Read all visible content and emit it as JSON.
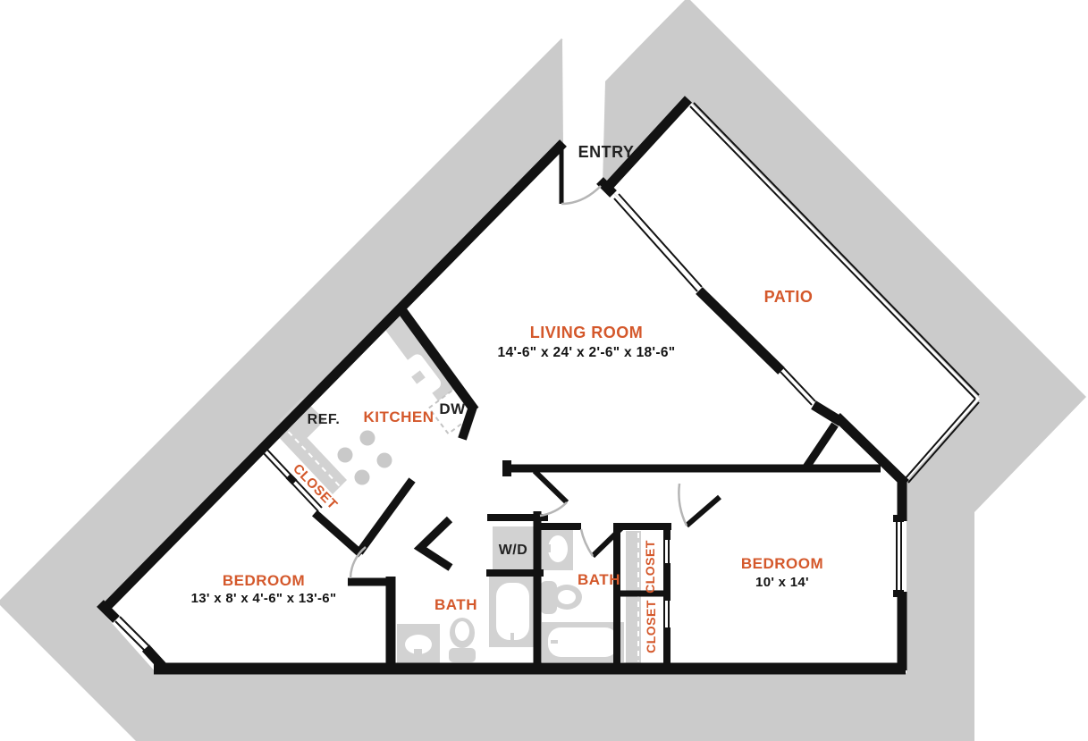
{
  "floorplan": {
    "colors": {
      "background_gray": "#cbcbcb",
      "wall_black": "#121212",
      "accent_orange": "#d4582b",
      "fixture_gray": "#d2d2d2",
      "door_arc_gray": "#b5b5b5"
    },
    "rooms": {
      "entry": {
        "label": "ENTRY"
      },
      "living_room": {
        "label": "LIVING ROOM",
        "dimensions": "14'-6\" x 24' x 2'-6\" x 18'-6\""
      },
      "patio": {
        "label": "PATIO"
      },
      "kitchen": {
        "label": "KITCHEN"
      },
      "bedroom_1": {
        "label": "BEDROOM",
        "dimensions": "13' x 8' x 4'-6\" x 13'-6\""
      },
      "bedroom_2": {
        "label": "BEDROOM",
        "dimensions": "10' x 14'"
      },
      "bath_1": {
        "label": "BATH"
      },
      "bath_2": {
        "label": "BATH"
      },
      "closet_hall": {
        "label": "CLOSET"
      },
      "closet_upper": {
        "label": "CLOSET"
      },
      "closet_lower": {
        "label": "CLOSET"
      }
    },
    "appliances": {
      "refrigerator": {
        "label": "REF."
      },
      "dishwasher": {
        "label": "DW"
      },
      "washer_dryer": {
        "label": "W/D"
      }
    }
  }
}
